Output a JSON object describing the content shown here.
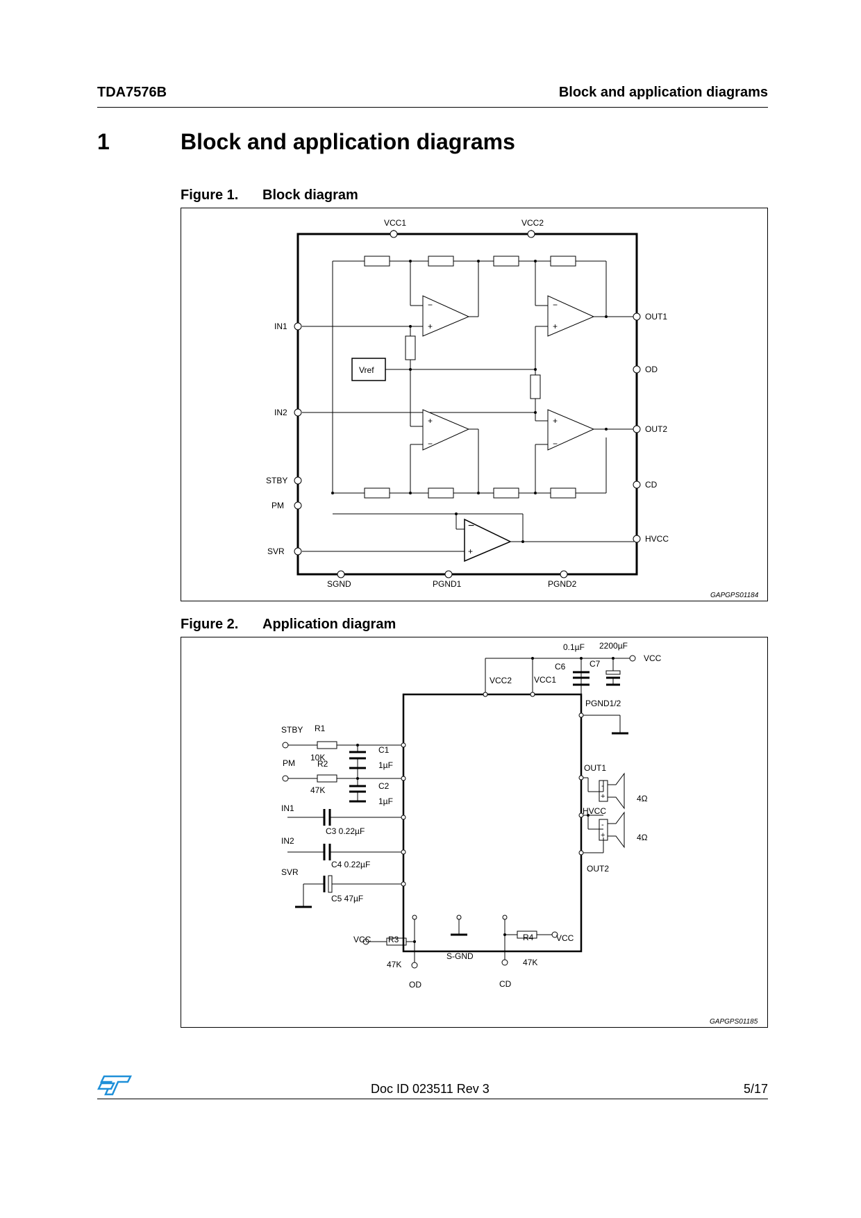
{
  "header": {
    "left": "TDA7576B",
    "right": "Block and application diagrams"
  },
  "section": {
    "number": "1",
    "title": "Block and application diagrams"
  },
  "figure1": {
    "number": "Figure 1.",
    "title": "Block diagram",
    "pins": {
      "vcc1": "VCC1",
      "vcc2": "VCC2",
      "in1": "IN1",
      "in2": "IN2",
      "stby": "STBY",
      "pm": "PM",
      "svr": "SVR",
      "out1": "OUT1",
      "od": "OD",
      "out2": "OUT2",
      "cd": "CD",
      "hvcc": "HVCC",
      "sgnd": "SGND",
      "pgnd1": "PGND1",
      "pgnd2": "PGND2"
    },
    "vref": "Vref",
    "code": "GAPGPS01184"
  },
  "figure2": {
    "number": "Figure 2.",
    "title": "Application diagram",
    "labels": {
      "c6_value": "0.1µF",
      "c7_value": "2200µF",
      "vcc_top": "VCC",
      "c6": "C6",
      "c7": "C7",
      "vcc2": "VCC2",
      "vcc1": "VCC1",
      "pgnd": "PGND1/2",
      "stby": "STBY",
      "r1": "R1",
      "r1_value": "10K",
      "c1": "C1",
      "c1_value": "1µF",
      "pm": "PM",
      "r2": "R2",
      "r2_value": "47K",
      "c2": "C2",
      "c2_value": "1µF",
      "in1": "IN1",
      "c3": "C3  0.22µF",
      "in2": "IN2",
      "c4": "C4  0.22µF",
      "svr": "SVR",
      "c5": "C5 47µF",
      "out1": "OUT1",
      "hvcc": "HVCC",
      "out2": "OUT2",
      "spk1": "4Ω",
      "spk2": "4Ω",
      "vcc_od": "VCC",
      "r3": "R3",
      "r3_value": "47K",
      "od": "OD",
      "sgnd": "S-GND",
      "r4": "R4",
      "vcc_cd": "VCC",
      "r4_value": "47K",
      "cd": "CD"
    },
    "code": "GAPGPS01185"
  },
  "footer": {
    "logo_text": "ST",
    "doc_id": "Doc ID 023511 Rev 3",
    "page": "5/17"
  }
}
